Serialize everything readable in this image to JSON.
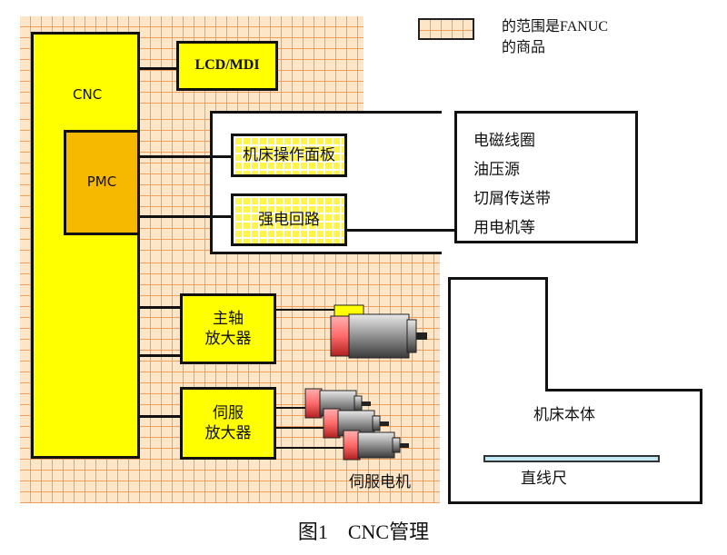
{
  "legend": {
    "text_line1": "的范围是FANUC",
    "text_line2": "的商品"
  },
  "cnc": {
    "label": "CNC",
    "pmc_label": "PMC"
  },
  "lcd_mdi": {
    "label": "LCD/MDI"
  },
  "operator_panel": {
    "label": "机床操作面板"
  },
  "power_circuit": {
    "label": "强电回路"
  },
  "external_devices": {
    "items": [
      "电磁线圈",
      "油压源",
      "切屑传送带",
      "用电机等"
    ]
  },
  "spindle_amp": {
    "line1": "主轴",
    "line2": "放大器"
  },
  "servo_amp": {
    "line1": "伺服",
    "line2": "放大器"
  },
  "servo_motor_label": "伺服电机",
  "machine": {
    "body_label": "机床本体",
    "scale_label": "直线尺"
  },
  "caption": "图1　CNC管理"
}
